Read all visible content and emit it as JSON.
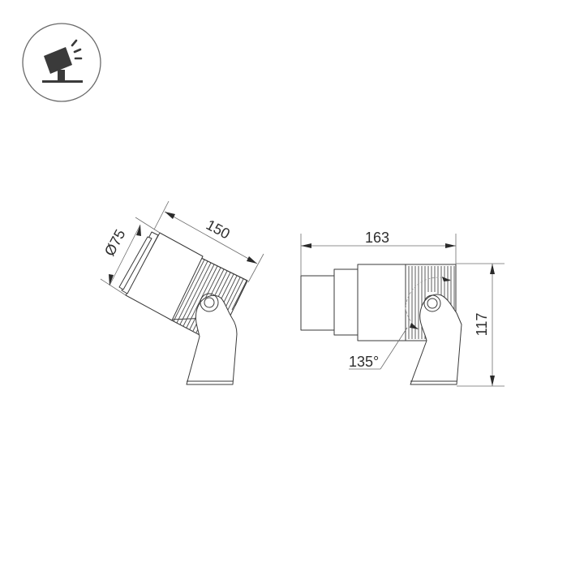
{
  "icon": {
    "name": "spotlight-on-ground-stake",
    "stroke_color": "#6a6a6a",
    "fill_color": "#3a3a3a"
  },
  "side_view_tilted": {
    "diameter_label": "Ø75",
    "length_label": "150"
  },
  "side_view_horizontal": {
    "length_label": "163",
    "height_label": "117",
    "tilt_angle_label": "135°"
  },
  "colors": {
    "line": "#3a3a3a",
    "dimension": "#6e6e6e",
    "background": "#ffffff"
  }
}
